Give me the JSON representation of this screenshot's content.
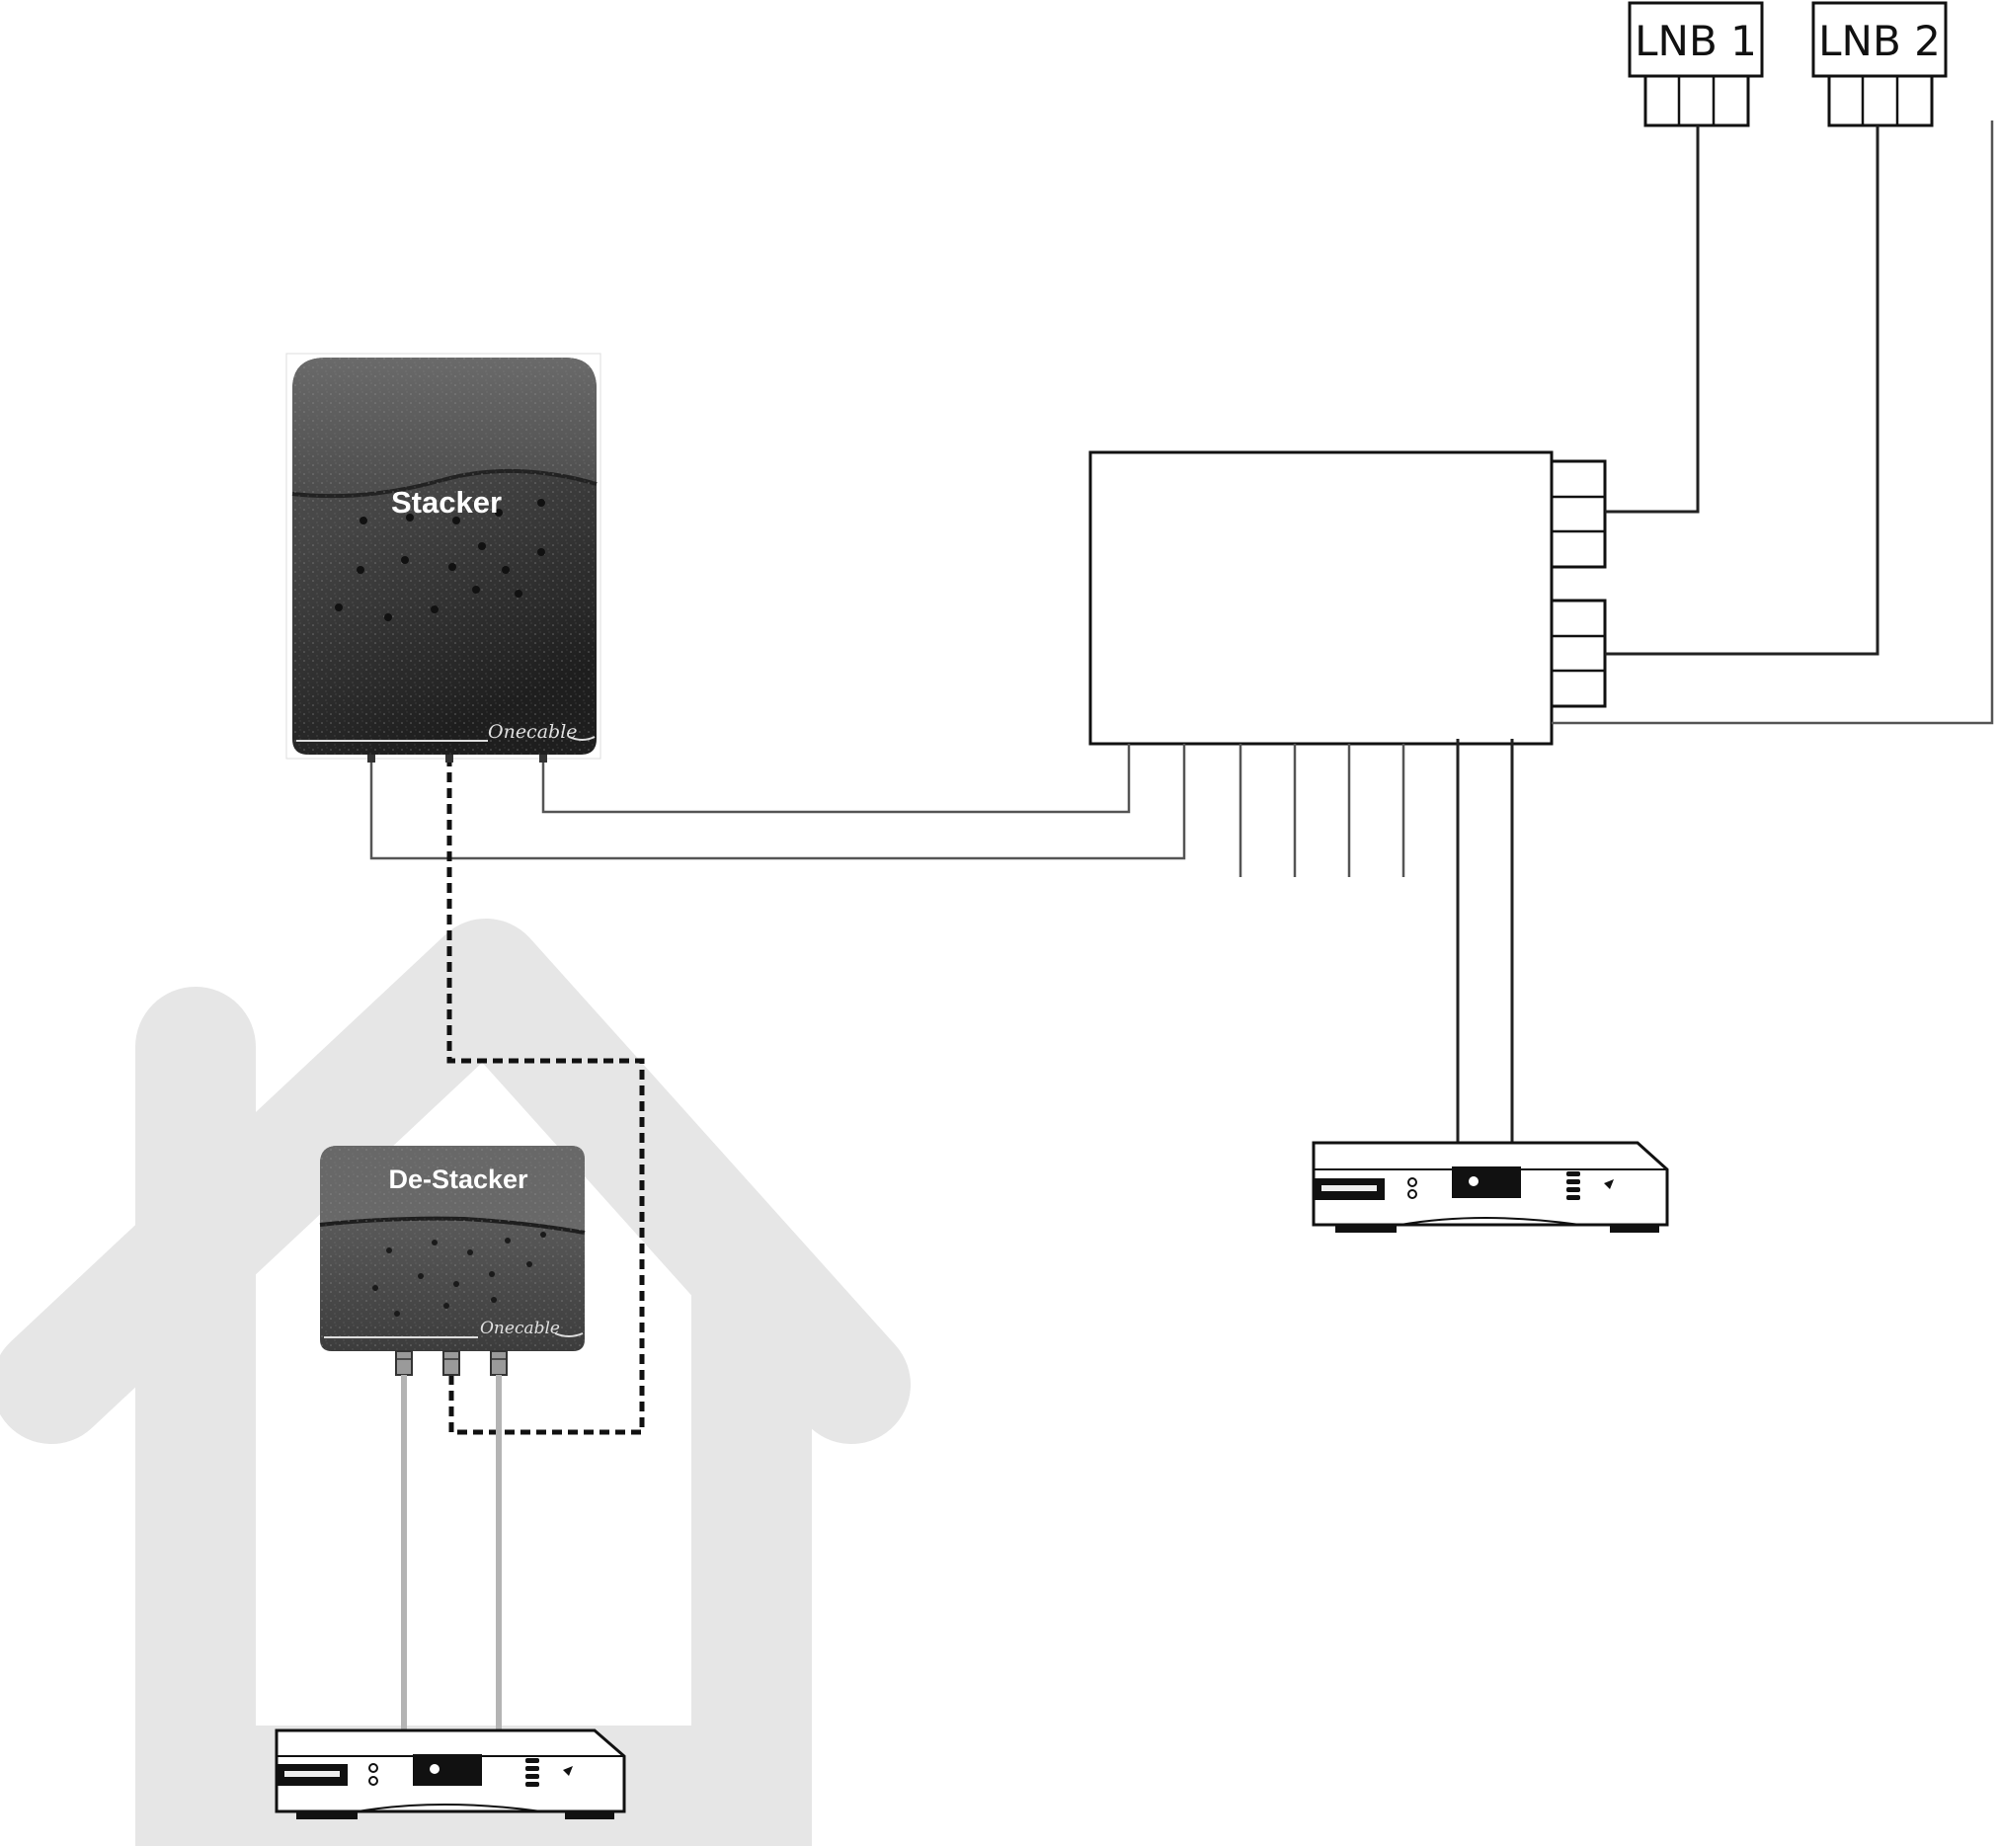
{
  "lnbs": [
    {
      "label": "LNB 1"
    },
    {
      "label": "LNB 2"
    }
  ],
  "devices": {
    "stacker": {
      "label": "Stacker",
      "brand": "Onecable"
    },
    "destacker": {
      "label": "De-Stacker",
      "brand": "Onecable"
    }
  },
  "colors": {
    "house": "#e6e6e6",
    "device_dark": "#3a3a3a",
    "cable": "#555555",
    "receiver_cable": "#b4b4b4"
  }
}
